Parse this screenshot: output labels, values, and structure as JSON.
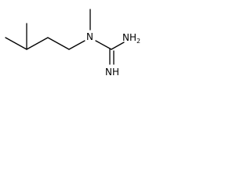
{
  "molecule": {
    "atom_labels": {
      "nitrogen_tertiary": "N",
      "amine_n": "NH",
      "amine_h_count": "2",
      "imine": "NH"
    },
    "bond_color": "#000000",
    "background": "#ffffff"
  }
}
